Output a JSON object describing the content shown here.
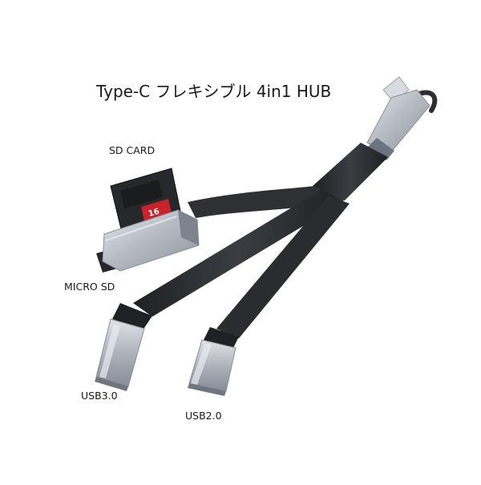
{
  "title": "Type-C フレキシブル 4in1 HUB",
  "labels": {
    "sd_card": "SD CARD",
    "micro_sd": "MICRO SD",
    "usb3": "USB3.0",
    "usb2": "USB2.0"
  },
  "sd_card_capacity": "16",
  "colors": {
    "cable": "#2d2f33",
    "aluminum": "#b4bac2",
    "connector_metal": "#e0e3e7",
    "sd_card": "#2a2b2e",
    "card_accent": "#c8222b"
  }
}
